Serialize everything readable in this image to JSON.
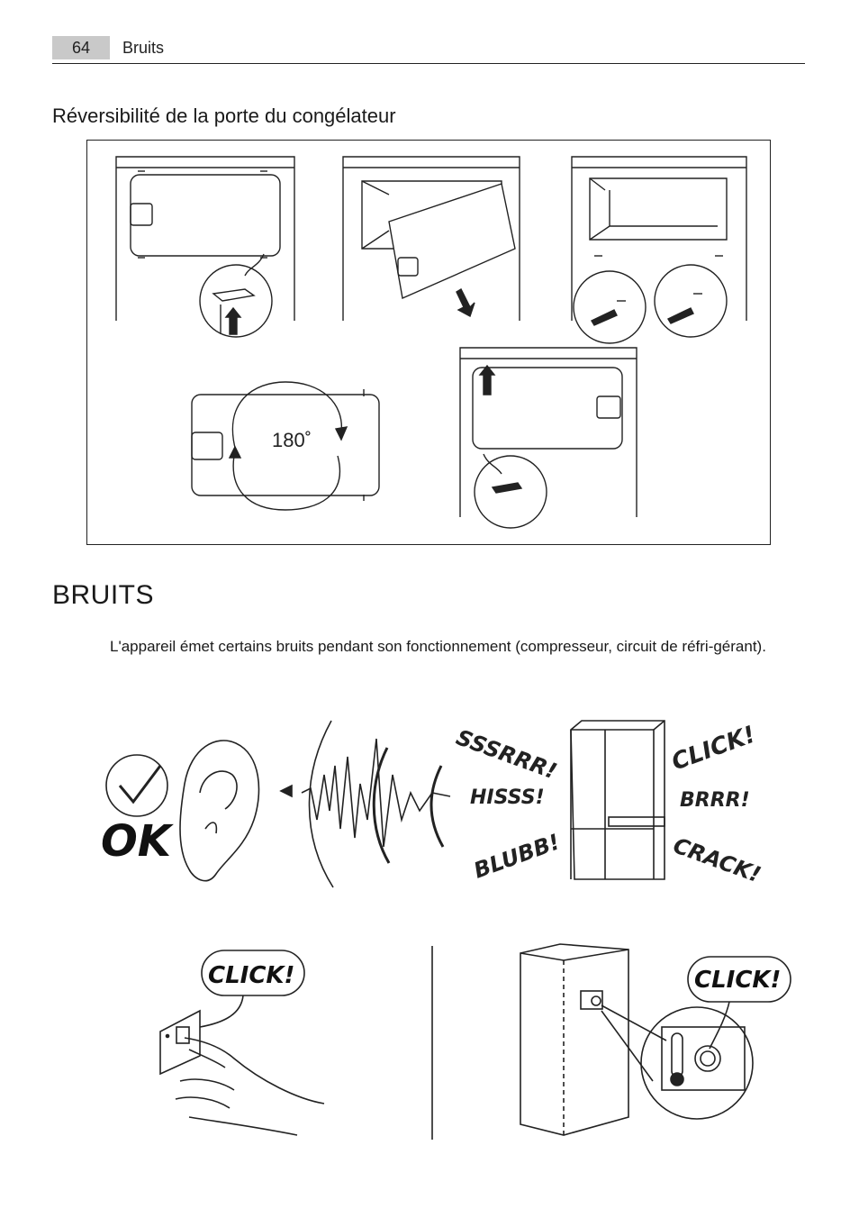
{
  "header": {
    "page_number": "64",
    "section": "Bruits"
  },
  "door_section": {
    "title": "Réversibilité de la porte du congélateur",
    "rotation_label": "180˚"
  },
  "noise_section": {
    "title": "BRUITS",
    "body": "L'appareil émet certains bruits pendant son fonctionnement (compresseur, circuit de réfri-gérant).",
    "ok_label": "OK",
    "sounds": [
      "SSSRRR!",
      "HISSS!",
      "BLUBB!",
      "CLICK!",
      "BRRR!",
      "CRACK!"
    ],
    "switch_click": "CLICK!",
    "thermostat_click": "CLICK!"
  }
}
